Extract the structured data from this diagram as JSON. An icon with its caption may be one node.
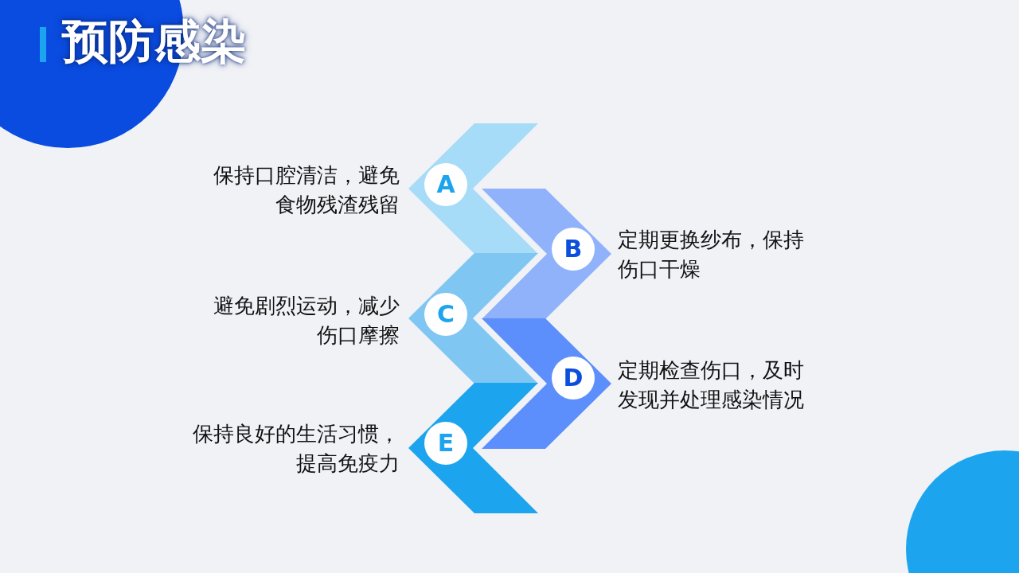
{
  "diagram": {
    "title": "预防感染",
    "nodes": [
      {
        "text": [
          "A"
        ],
        "beside": [
          "保持口腔清洁，避免食物残渣残留"
        ]
      },
      {
        "text": [
          "B"
        ],
        "beside": [
          "定期更换纱布，保持伤口干燥"
        ]
      },
      {
        "text": [
          "C"
        ],
        "beside": [
          "避免剧烈运动，减少伤口摩擦"
        ]
      },
      {
        "text": [
          "D"
        ],
        "beside": [
          "定期检查伤口，及时发现并处理感染情况"
        ]
      },
      {
        "text": [
          "E"
        ],
        "beside": [
          "保持良好的生活习惯，提高免疫力"
        ]
      }
    ],
    "edges": []
  }
}
